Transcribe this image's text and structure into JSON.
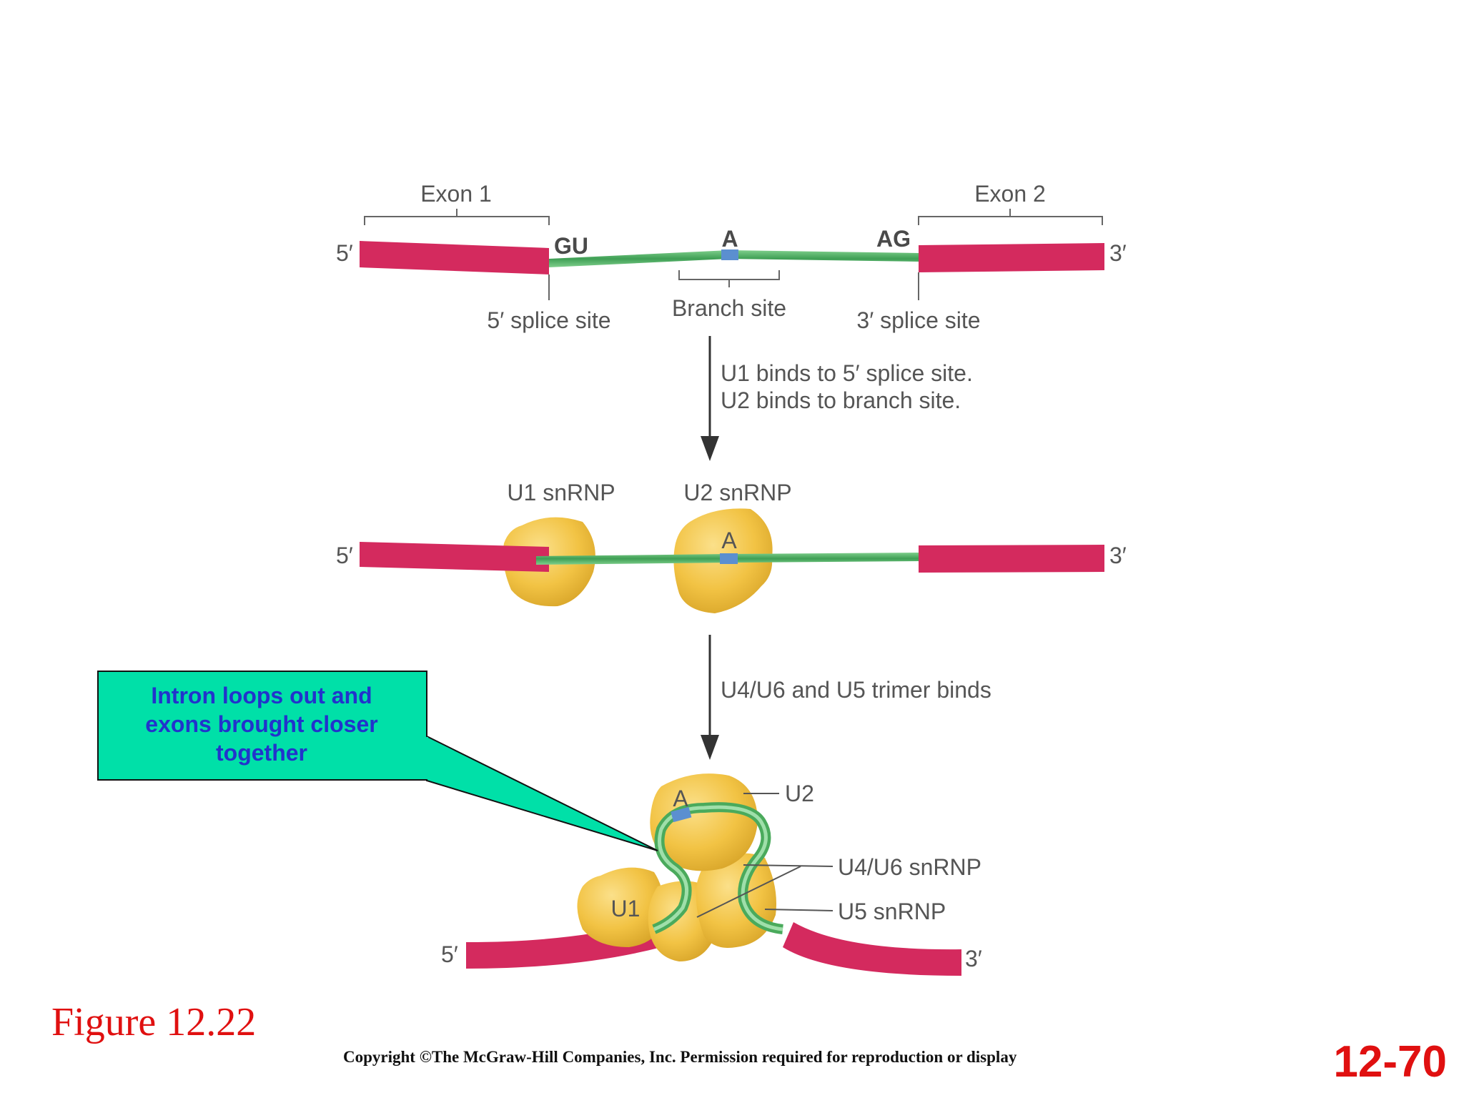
{
  "top_row": {
    "exon1_label": "Exon 1",
    "exon2_label": "Exon 2",
    "five_prime": "5′",
    "three_prime": "3′",
    "gu": "GU",
    "a": "A",
    "ag": "AG",
    "five_splice_site": "5′ splice site",
    "branch_site": "Branch site",
    "three_splice_site": "3′ splice site"
  },
  "step1": {
    "line1": "U1 binds to 5′ splice site.",
    "line2": "U2 binds to branch site."
  },
  "middle_row": {
    "u1_label": "U1 snRNP",
    "u2_label": "U2 snRNP",
    "a": "A",
    "five_prime": "5′",
    "three_prime": "3′"
  },
  "step2": {
    "line1": "U4/U6 and U5 trimer binds"
  },
  "bottom": {
    "u2": "U2",
    "u4u6": "U4/U6 snRNP",
    "u5": "U5 snRNP",
    "u1": "U1",
    "a": "A",
    "five_prime": "5′",
    "three_prime": "3′"
  },
  "callout": {
    "line1": "Intron loops out and",
    "line2": "exons brought closer",
    "line3": "together"
  },
  "figure_label": "Figure 12.22",
  "copyright": "Copyright ©The McGraw-Hill Companies, Inc. Permission required for reproduction or display",
  "slide_number": "12-70",
  "colors": {
    "exon": "#d42a5e",
    "intron": "#4aaa5c",
    "branch": "#5b8fd0",
    "snrnp": "#f2c344",
    "callout_fill": "#00e0a8",
    "title_red": "#e01010",
    "callout_text": "#2233cc"
  }
}
